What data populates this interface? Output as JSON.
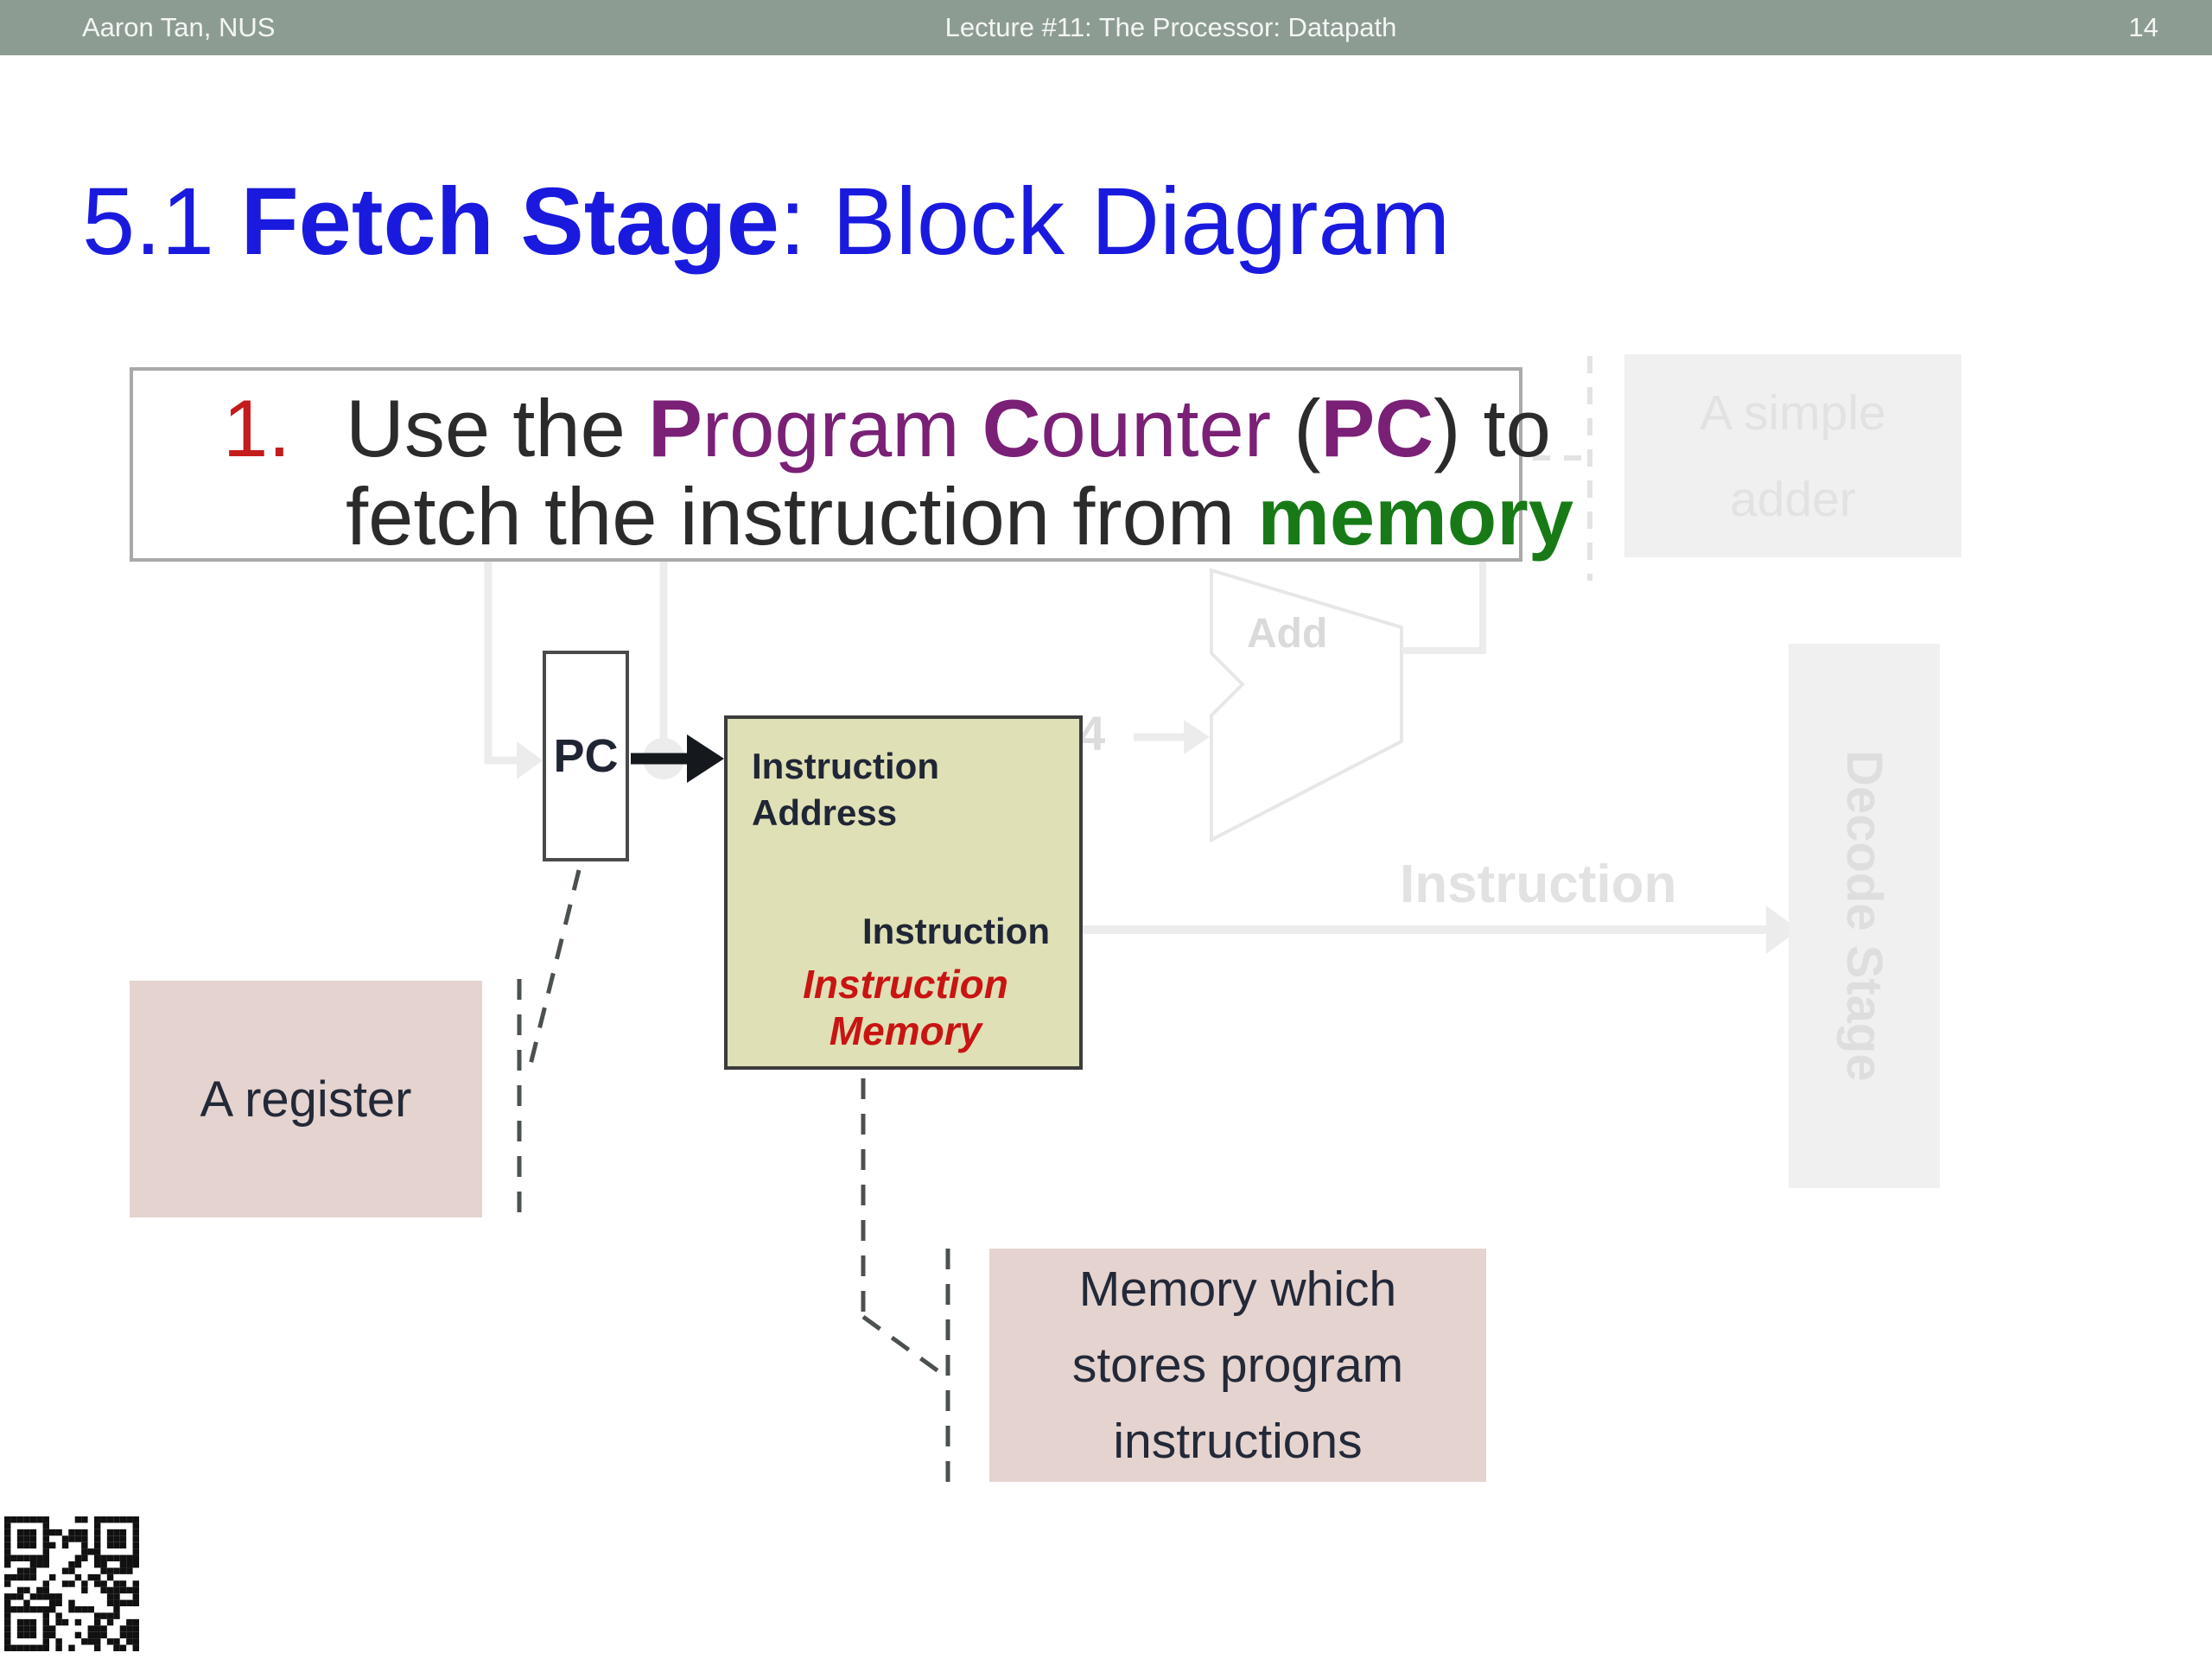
{
  "header": {
    "author": "Aaron Tan, NUS",
    "lecture_title": "Lecture #11: The Processor: Datapath",
    "page_number": "14"
  },
  "title": {
    "number": "5.1 ",
    "emphasis": "Fetch Stage",
    "rest": ": Block Diagram"
  },
  "note": {
    "marker": "1.",
    "l1s1": "Use the ",
    "l1s2": "P",
    "l1s3": "rogram ",
    "l1s4": "C",
    "l1s5": "ounter",
    "l1s6": " (",
    "l1s7": "PC",
    "l1s8": ") to",
    "l2s1": "fetch the instruction from ",
    "l2s2": "memory"
  },
  "diagram": {
    "pc_label": "PC",
    "adder_label": "Add",
    "adder_input": "4",
    "instruction_memory": {
      "port_in": "Instruction Address",
      "port_out": "Instruction",
      "title": "Instruction Memory"
    },
    "faded_output_label": "Instruction",
    "decode_stage_label": "Decode Stage",
    "callouts": {
      "adder": "A simple adder",
      "register": "A register",
      "memory_l1": "Memory which",
      "memory_l2": "stores program",
      "memory_l3": "instructions"
    }
  },
  "colors": {
    "header_bg": "#8d9c93",
    "title_blue": "#1a1adf",
    "marker_red": "#c41b1b",
    "purple": "#7a2076",
    "green": "#177a17",
    "memory_red": "#c91414",
    "memory_fill": "#dfe0b5",
    "callout_pink": "#e5d3cf",
    "faded_gray": "#ececec",
    "dashed_dark": "#4b514e"
  }
}
